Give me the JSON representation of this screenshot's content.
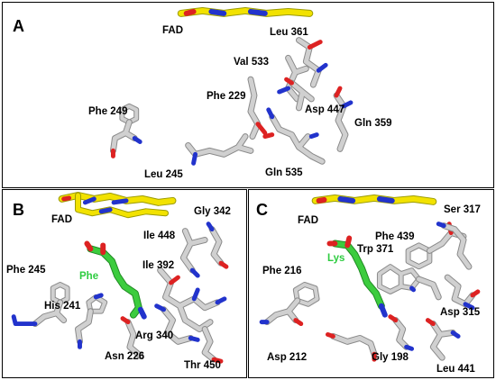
{
  "panels": [
    {
      "id": "A",
      "letter": "A",
      "cofactor": "FAD",
      "residues": [
        "Leu 361",
        "Val 533",
        "Phe 229",
        "Phe 249",
        "Asp 447",
        "Gln 359",
        "Leu 245",
        "Gln 535"
      ]
    },
    {
      "id": "B",
      "letter": "B",
      "cofactor": "FAD",
      "ligand": "Phe",
      "residues": [
        "Gly 342",
        "Ile 448",
        "Phe 245",
        "Ile 392",
        "His 241",
        "Arg 340",
        "Asn 226",
        "Thr 450"
      ]
    },
    {
      "id": "C",
      "letter": "C",
      "cofactor": "FAD",
      "ligand": "Lys",
      "residues": [
        "Ser 317",
        "Phe 439",
        "Trp 371",
        "Phe 216",
        "Asp 315",
        "Asp 212",
        "Gly 198",
        "Leu 441"
      ]
    }
  ],
  "colors": {
    "carbon": "#c8c8c8",
    "carbon_dark": "#8a8a8a",
    "nitrogen": "#2233cc",
    "oxygen": "#dd2222",
    "fad_carbon": "#f2e200",
    "ligand_carbon": "#38c83a",
    "ligand_label": "#2ecc40"
  }
}
